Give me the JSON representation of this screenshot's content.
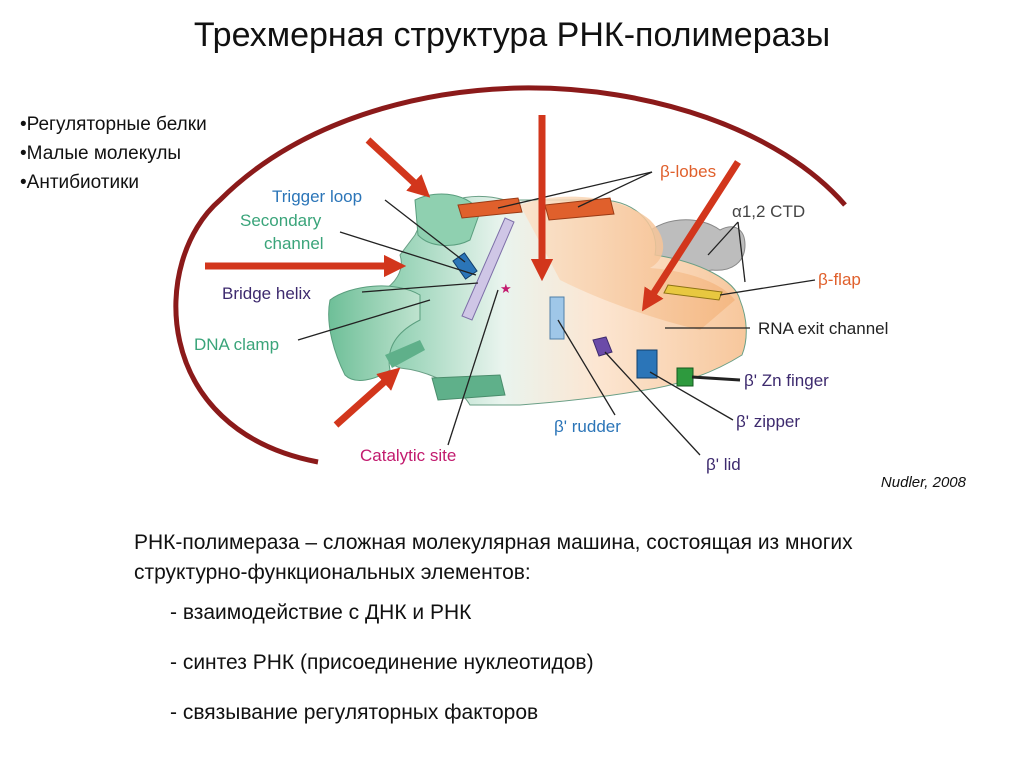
{
  "slide": {
    "title": "Трехмерная структура РНК-полимеразы",
    "bullets": [
      "•Регуляторные белки",
      "•Малые молекулы",
      "•Антибиотики"
    ],
    "citation": "Nudler, 2008",
    "description": "РНК-полимераза – сложная молекулярная машина, состоящая из многих структурно-функциональных элементов:",
    "functions": [
      "- взаимодействие с ДНК и РНК",
      "- синтез РНК (присоединение нуклеотидов)",
      "- связывание регуляторных факторов"
    ]
  },
  "diagram": {
    "labels": {
      "trigger_loop": "Trigger loop",
      "secondary_channel_1": "Secondary",
      "secondary_channel_2": "channel",
      "bridge_helix": "Bridge helix",
      "dna_clamp": "DNA clamp",
      "catalytic_site": "Catalytic site",
      "beta_lobes": "β-lobes",
      "alpha_ctd": "α1,2 CTD",
      "beta_flap": "β-flap",
      "rna_exit_channel": "RNA exit channel",
      "beta_prime_zn_finger": "β' Zn finger",
      "beta_prime_zipper": "β' zipper",
      "beta_prime_rudder": "β' rudder",
      "beta_prime_lid": "β' lid"
    },
    "colors": {
      "outline_arc": "#8b1a1a",
      "arrows": "#d2361c",
      "green_subunit": "#79c6a4",
      "orange_subunit": "#f8cfa6",
      "grey_subunit": "#b9b9b9",
      "label_blue": "#2b75b8",
      "label_teal": "#3aa47a",
      "label_purple": "#3d2a6e",
      "label_magenta": "#c21a6e",
      "label_orange": "#e0602c",
      "label_dark": "#222222"
    }
  }
}
